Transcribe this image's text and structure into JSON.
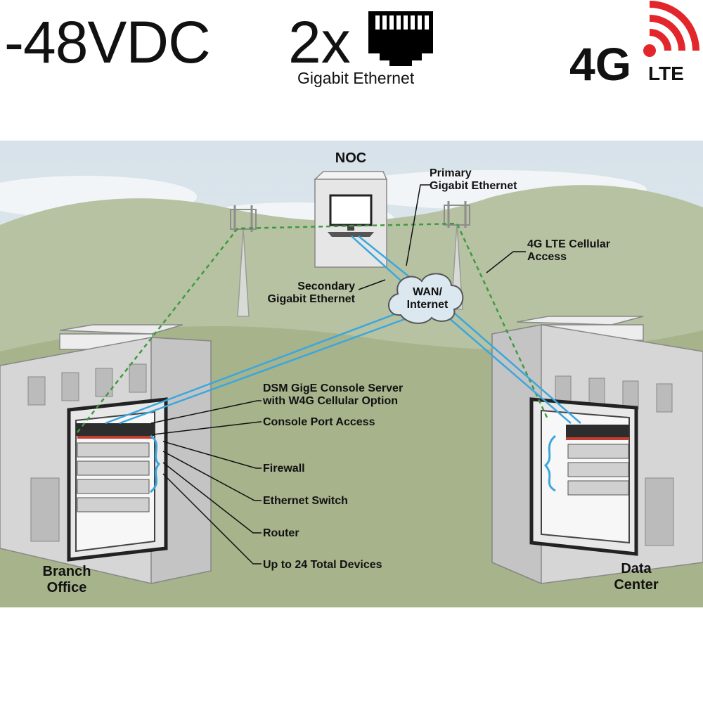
{
  "header": {
    "voltage": "-48VDC",
    "port_count": "2x",
    "port_label": "Gigabit Ethernet",
    "port_icon": "ethernet-port-icon",
    "lte_badge": {
      "number": "4G",
      "text": "LTE",
      "signal_color": "#e3262b",
      "icon": "signal-waves-icon"
    }
  },
  "diagram": {
    "noc": "NOC",
    "primary_link": [
      "Primary",
      "Gigabit Ethernet"
    ],
    "secondary_link": [
      "Secondary",
      "Gigabit Ethernet"
    ],
    "cellular_link": [
      "4G LTE Cellular",
      "Access"
    ],
    "cloud": [
      "WAN/",
      "Internet"
    ],
    "console_server": [
      "DSM GigE Console Server",
      "with W4G Cellular Option"
    ],
    "console_port": "Console Port Access",
    "firewall": "Firewall",
    "switch": "Ethernet Switch",
    "router": "Router",
    "devices": "Up to 24 Total Devices",
    "branch": [
      "Branch",
      "Office"
    ],
    "datacenter": [
      "Data",
      "Center"
    ],
    "colors": {
      "ethernet": "#3ba7dd",
      "cellular": "#3f9a3f"
    }
  }
}
